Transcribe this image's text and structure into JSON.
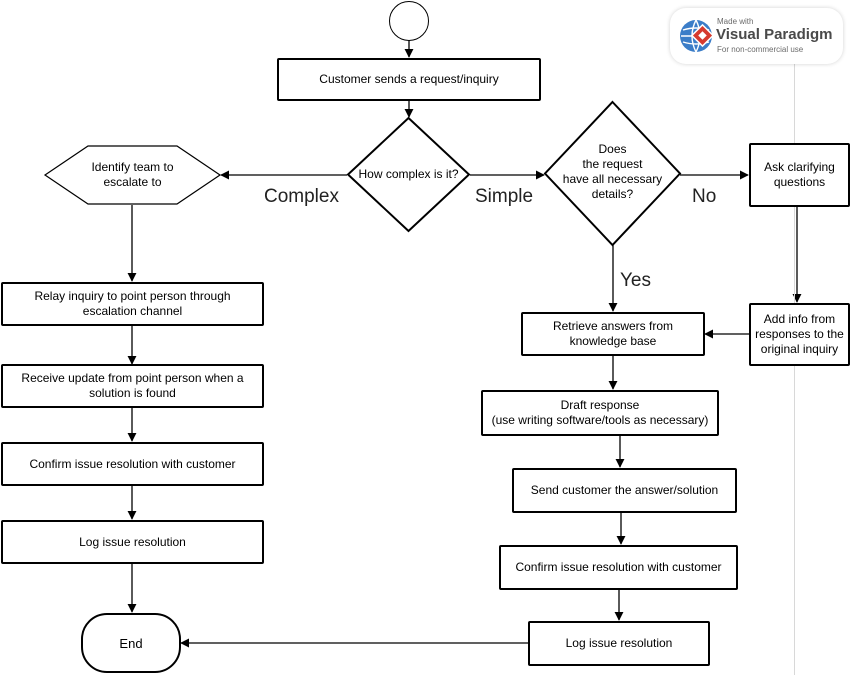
{
  "badge": {
    "made_with": "Made with",
    "brand": "Visual Paradigm",
    "note": "For non-commercial use",
    "colors": {
      "red": "#d63a2e",
      "blue": "#3b7dc8"
    }
  },
  "nodes": {
    "customer_request": "Customer sends a request/inquiry",
    "complexity_decision": "How complex is it?",
    "details_decision": "Does\nthe request\nhave all necessary\ndetails?",
    "identify_team": "Identify team to\nescalate to",
    "ask_clarifying": "Ask clarifying\nquestions",
    "relay_inquiry": "Relay inquiry to point person through\nescalation channel",
    "receive_update": "Receive update from point person when a\nsolution is found",
    "confirm_left": "Confirm issue resolution with customer",
    "log_left": "Log issue resolution",
    "end": "End",
    "retrieve_answers": "Retrieve answers from\nknowledge base",
    "add_info": "Add info from\nresponses to the\noriginal inquiry",
    "draft_response": "Draft response\n(use writing software/tools as necessary)",
    "send_answer": "Send customer the answer/solution",
    "confirm_right": "Confirm issue resolution with customer",
    "log_right": "Log issue resolution"
  },
  "edge_labels": {
    "complex": "Complex",
    "simple": "Simple",
    "no": "No",
    "yes": "Yes"
  }
}
